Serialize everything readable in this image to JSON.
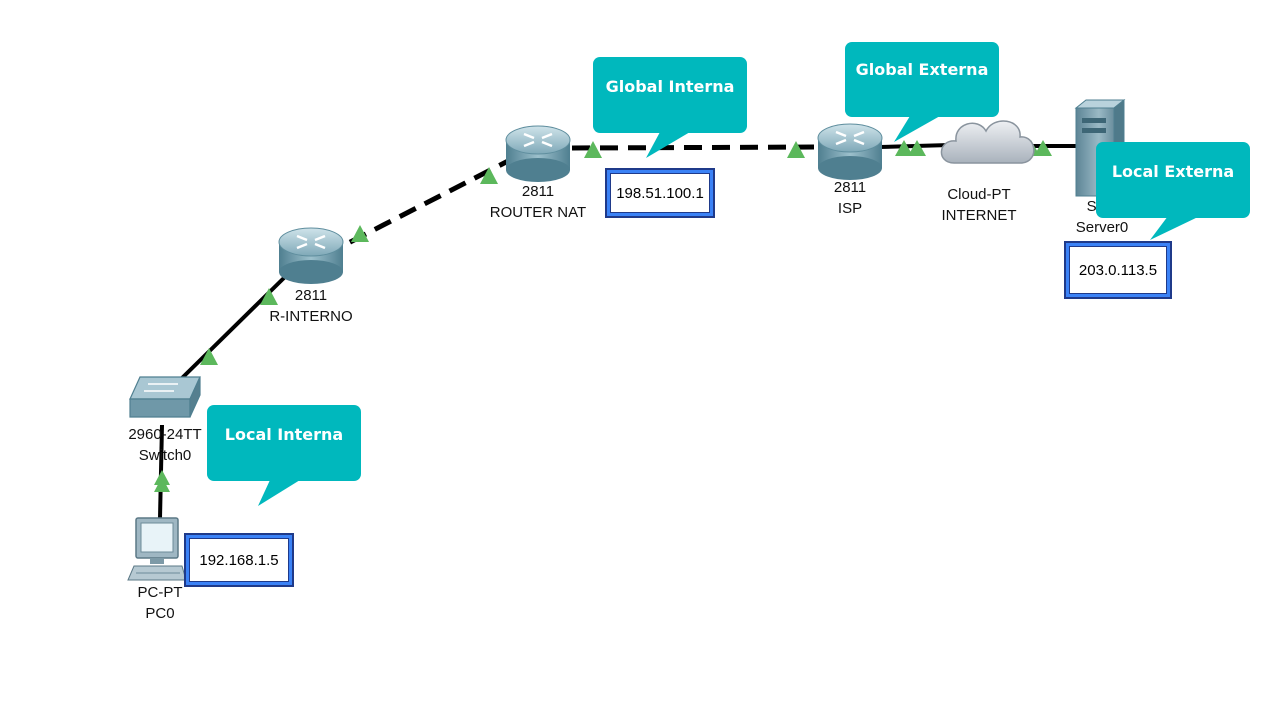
{
  "devices": {
    "pc": {
      "model": "PC-PT",
      "name": "PC0",
      "icon": "pc-icon"
    },
    "switch": {
      "model": "2960-24TT",
      "name": "Switch0",
      "icon": "switch-icon"
    },
    "r_interno": {
      "model": "2811",
      "name": "R-INTERNO",
      "icon": "router-icon"
    },
    "router_nat": {
      "model": "2811",
      "name": "ROUTER NAT",
      "icon": "router-icon"
    },
    "isp": {
      "model": "2811",
      "name": "ISP",
      "icon": "router-icon"
    },
    "cloud": {
      "model": "Cloud-PT",
      "name": "INTERNET",
      "icon": "cloud-icon"
    },
    "server": {
      "model": "Serv",
      "name": "Server0",
      "icon": "server-icon"
    }
  },
  "addresses": {
    "pc": "192.168.1.5",
    "router_nat": "198.51.100.1",
    "server": "203.0.113.5"
  },
  "callouts": {
    "local_interna": "Local Interna",
    "global_interna": "Global Interna",
    "global_externa": "Global Externa",
    "local_externa": "Local Externa"
  },
  "colors": {
    "callout": "#00b8bd",
    "link_up": "#5cb85c",
    "ip_box_border": "#3b82f6"
  }
}
